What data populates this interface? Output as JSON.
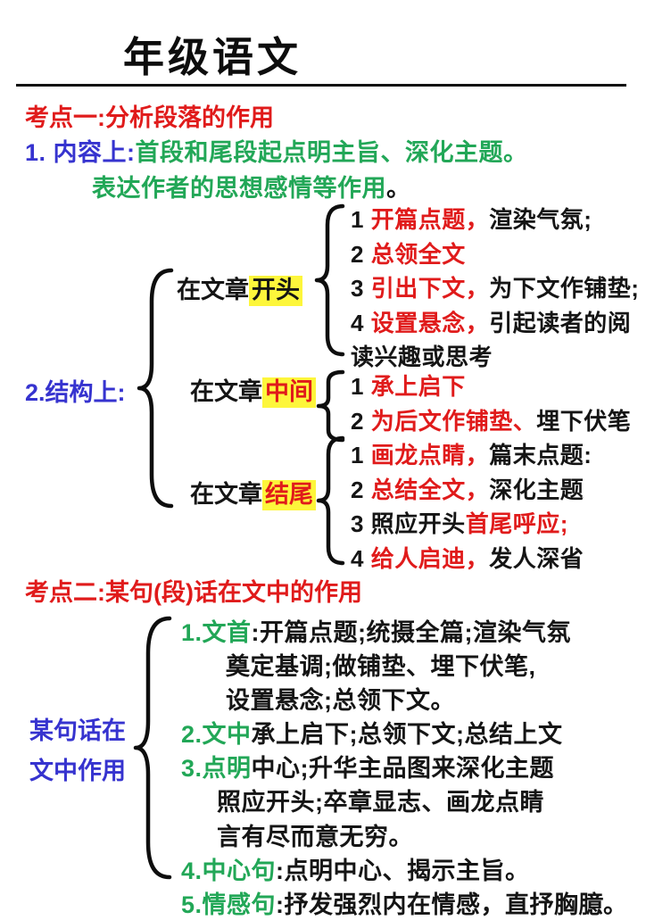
{
  "title": "年级语文",
  "colors": {
    "red": "#e01b1b",
    "blue": "#3633cf",
    "green": "#22a757",
    "highlight_yellow": "#fdf63b",
    "text_black": "#151515"
  },
  "section1": {
    "heading": "考点一:分析段落的作用",
    "content": {
      "label": "1. 内容上:",
      "text1": "首段和尾段起点明主旨、深化主题。",
      "text2": "表达作者的思想感情等作用",
      "text2_end": "。"
    },
    "structure": {
      "label": "2.结构上:",
      "positions": [
        {
          "prefix": "在文章",
          "keyword": "开头",
          "items": [
            {
              "n": "1 ",
              "r": "开篇点题，",
              "b": "渲染气氛;"
            },
            {
              "n": "2 ",
              "r": "总领全文",
              "b": ""
            },
            {
              "n": "3 ",
              "r": "引出下文，",
              "b": "为下文作铺垫;"
            },
            {
              "n": "4 ",
              "r": "设置悬念，",
              "b": "引起读者的阅"
            },
            {
              "n": "读兴趣或思考",
              "r": "",
              "b": ""
            }
          ]
        },
        {
          "prefix": "在文章",
          "keyword": "中间",
          "items": [
            {
              "n": "1 ",
              "r": "承上启下",
              "b": ""
            },
            {
              "n": "2 ",
              "r": "为后文作铺垫、",
              "b": "埋下伏笔"
            }
          ]
        },
        {
          "prefix": "在文章",
          "keyword": "结尾",
          "items": [
            {
              "n": "1 ",
              "r": "画龙点睛，",
              "b": "篇末点题:"
            },
            {
              "n": "2 ",
              "r": "总结全文，",
              "b": "深化主题"
            },
            {
              "n": "3 照应开头",
              "r": "首尾呼应;",
              "b": ""
            },
            {
              "n": "4 ",
              "r": "给人启迪，",
              "b": "发人深省"
            }
          ]
        }
      ]
    }
  },
  "section2": {
    "heading": "考点二:某句(段)话在文中的作用",
    "label_line1": "某句话在",
    "label_line2": "文中作用",
    "lines": [
      {
        "g": "1.文首",
        "b": ":开篇点题;统摄全篇;渲染气氛"
      },
      {
        "g": "",
        "b": "奠定基调;做铺垫、埋下伏笔,"
      },
      {
        "g": "",
        "b": "设置悬念;总领下文。"
      },
      {
        "g": "2.文中",
        "b": "承上启下;总领下文;总结上文"
      },
      {
        "g": "3.点明",
        "b": "中心;升华主品图来深化主题"
      },
      {
        "g": "",
        "b": "照应开头;卒章显志、画龙点睛"
      },
      {
        "g": "",
        "b": "言有尽而意无穷。"
      },
      {
        "g": "4.中心句",
        "b": ":点明中心、揭示主旨。"
      },
      {
        "g": "5.情感句",
        "b": ":抒发强烈内在情感，直抒胸臆。"
      }
    ]
  }
}
